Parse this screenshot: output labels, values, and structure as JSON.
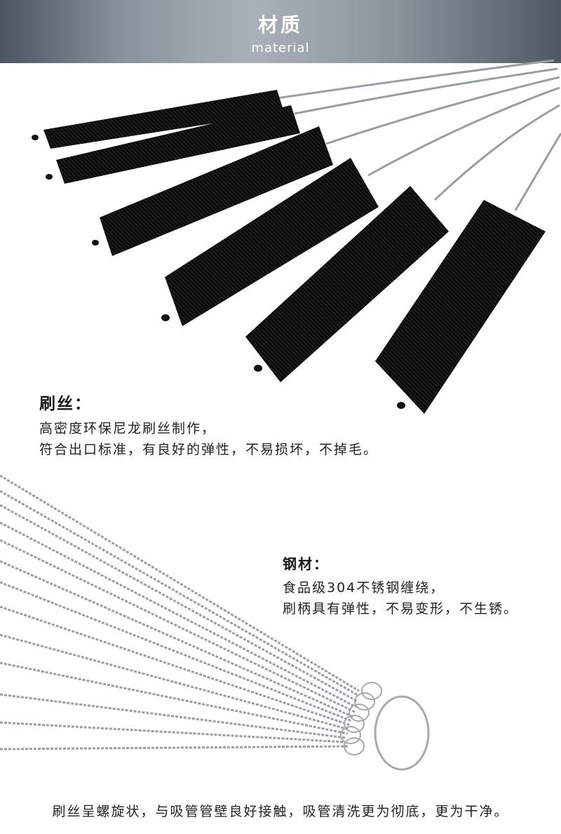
{
  "banner": {
    "title": "材质",
    "subtitle": "material"
  },
  "bristle": {
    "heading": "刷丝：",
    "lines": [
      "高密度环保尼龙刷丝制作，",
      "符合出口标准，有良好的弹性，不易损坏，不掉毛。"
    ]
  },
  "steel": {
    "heading": "钢材：",
    "lines": [
      "食品级304不锈钢缠绕，",
      "刷柄具有弹性，不易变形，不生锈。"
    ]
  },
  "footer": {
    "caption": "刷丝呈螺旋状，与吸管管壁良好接触，吸管清洗更为彻底，更为干净。"
  },
  "colors": {
    "bristle": "#0d0d0d",
    "wire": "#9a9ea3",
    "ring": "#a7a9ac"
  }
}
